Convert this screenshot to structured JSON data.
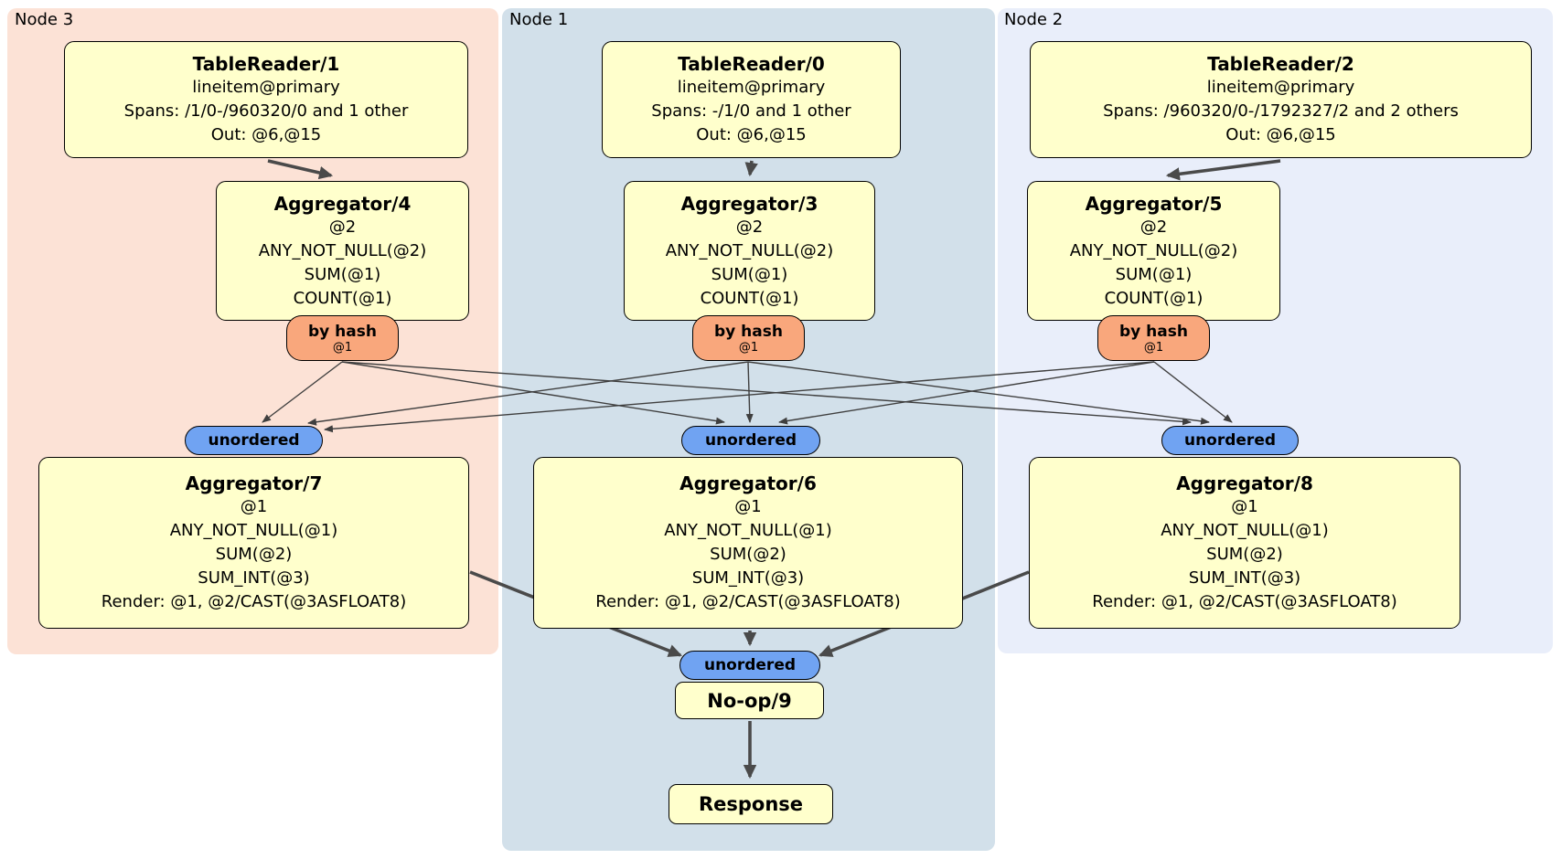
{
  "panels": {
    "node3": {
      "label": "Node 3"
    },
    "node1": {
      "label": "Node 1"
    },
    "node2": {
      "label": "Node 2"
    }
  },
  "processors": {
    "tr1": {
      "title": "TableReader/1",
      "lines": [
        "lineitem@primary",
        "Spans: /1/0-/960320/0 and 1 other",
        "Out: @6,@15"
      ]
    },
    "tr0": {
      "title": "TableReader/0",
      "lines": [
        "lineitem@primary",
        "Spans: -/1/0 and 1 other",
        "Out: @6,@15"
      ]
    },
    "tr2": {
      "title": "TableReader/2",
      "lines": [
        "lineitem@primary",
        "Spans: /960320/0-/1792327/2 and 2 others",
        "Out: @6,@15"
      ]
    },
    "agg4": {
      "title": "Aggregator/4",
      "lines": [
        "@2",
        "ANY_NOT_NULL(@2)",
        "SUM(@1)",
        "COUNT(@1)"
      ]
    },
    "agg3": {
      "title": "Aggregator/3",
      "lines": [
        "@2",
        "ANY_NOT_NULL(@2)",
        "SUM(@1)",
        "COUNT(@1)"
      ]
    },
    "agg5": {
      "title": "Aggregator/5",
      "lines": [
        "@2",
        "ANY_NOT_NULL(@2)",
        "SUM(@1)",
        "COUNT(@1)"
      ]
    },
    "agg7": {
      "title": "Aggregator/7",
      "lines": [
        "@1",
        "ANY_NOT_NULL(@1)",
        "SUM(@2)",
        "SUM_INT(@3)",
        "Render: @1, @2/CAST(@3ASFLOAT8)"
      ]
    },
    "agg6": {
      "title": "Aggregator/6",
      "lines": [
        "@1",
        "ANY_NOT_NULL(@1)",
        "SUM(@2)",
        "SUM_INT(@3)",
        "Render: @1, @2/CAST(@3ASFLOAT8)"
      ]
    },
    "agg8": {
      "title": "Aggregator/8",
      "lines": [
        "@1",
        "ANY_NOT_NULL(@1)",
        "SUM(@2)",
        "SUM_INT(@3)",
        "Render: @1, @2/CAST(@3ASFLOAT8)"
      ]
    },
    "noop": {
      "title": "No-op/9"
    },
    "response": {
      "title": "Response"
    }
  },
  "routers": {
    "byhash4": {
      "label": "by hash",
      "detail": "@1"
    },
    "byhash3": {
      "label": "by hash",
      "detail": "@1"
    },
    "byhash5": {
      "label": "by hash",
      "detail": "@1"
    }
  },
  "streams": {
    "unordered7": {
      "label": "unordered"
    },
    "unordered6": {
      "label": "unordered"
    },
    "unordered8": {
      "label": "unordered"
    },
    "unordered9": {
      "label": "unordered"
    }
  },
  "colors": {
    "node3_bg": "#fce2d6",
    "node1_bg": "#d2e0ea",
    "node2_bg": "#e9eefa",
    "box_bg": "#ffffcc",
    "router_bg": "#f9a77c",
    "stream_bg": "#70a3f2",
    "edge_thick": "#4a4a4a",
    "edge_thin": "#3f3f3f"
  }
}
